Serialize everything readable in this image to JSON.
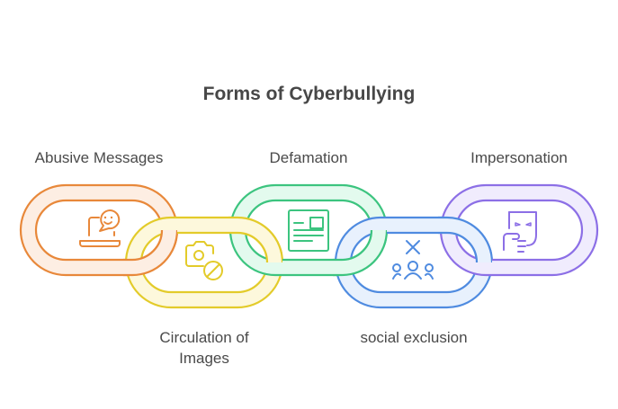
{
  "title": "Forms of Cyberbullying",
  "links": [
    {
      "label": "Abusive Messages",
      "icon": "laptop-chat-icon",
      "stroke": "#E8883A",
      "fill": "#FDEEE3"
    },
    {
      "label": "Circulation of Images",
      "label_lines": [
        "Circulation of",
        "Images"
      ],
      "icon": "camera-blocked-icon",
      "stroke": "#E3CB2A",
      "fill": "#FDF8DC"
    },
    {
      "label": "Defamation",
      "icon": "newspaper-icon",
      "stroke": "#3CC47F",
      "fill": "#E3FAEE"
    },
    {
      "label": "social exclusion",
      "icon": "group-excluded-icon",
      "stroke": "#4F8BE0",
      "fill": "#E8F1FD"
    },
    {
      "label": "Impersonation",
      "icon": "mask-icon",
      "stroke": "#8C6FE6",
      "fill": "#F0ECFD"
    }
  ]
}
